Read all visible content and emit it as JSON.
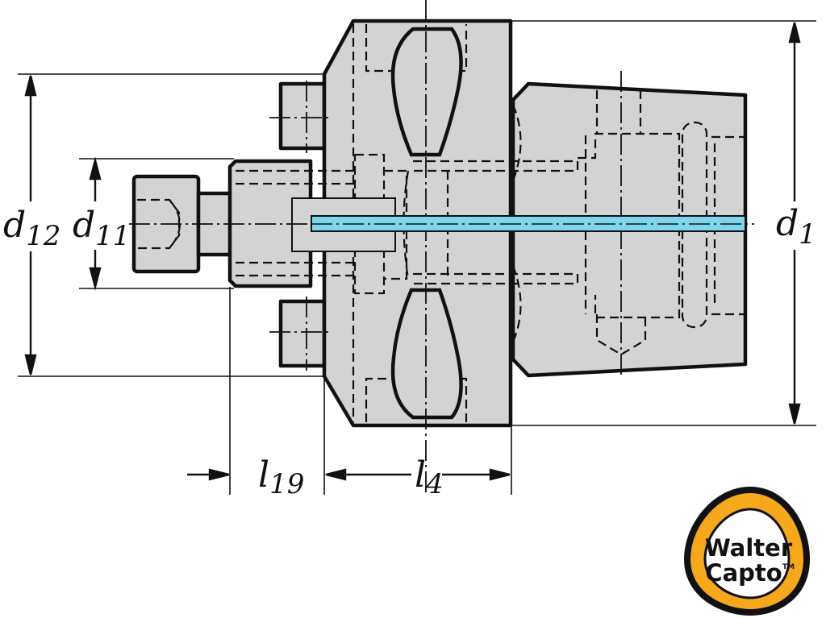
{
  "drawing": {
    "colors": {
      "body_fill": "#d3d3d3",
      "outline": "#111111",
      "coolant_channel": "#7ed6ec",
      "logo_ring": "#f5a81c",
      "background": "#ffffff"
    },
    "dimensions": {
      "d12": {
        "main": "d",
        "sub": "12"
      },
      "d11": {
        "main": "d",
        "sub": "11"
      },
      "d1": {
        "main": "d",
        "sub": "1"
      },
      "l19": {
        "main": "l",
        "sub": "19"
      },
      "l4": {
        "main": "l",
        "sub": "4"
      }
    },
    "logo": {
      "line1": "Walter",
      "line2": "Capto",
      "trademark": "TM"
    }
  }
}
